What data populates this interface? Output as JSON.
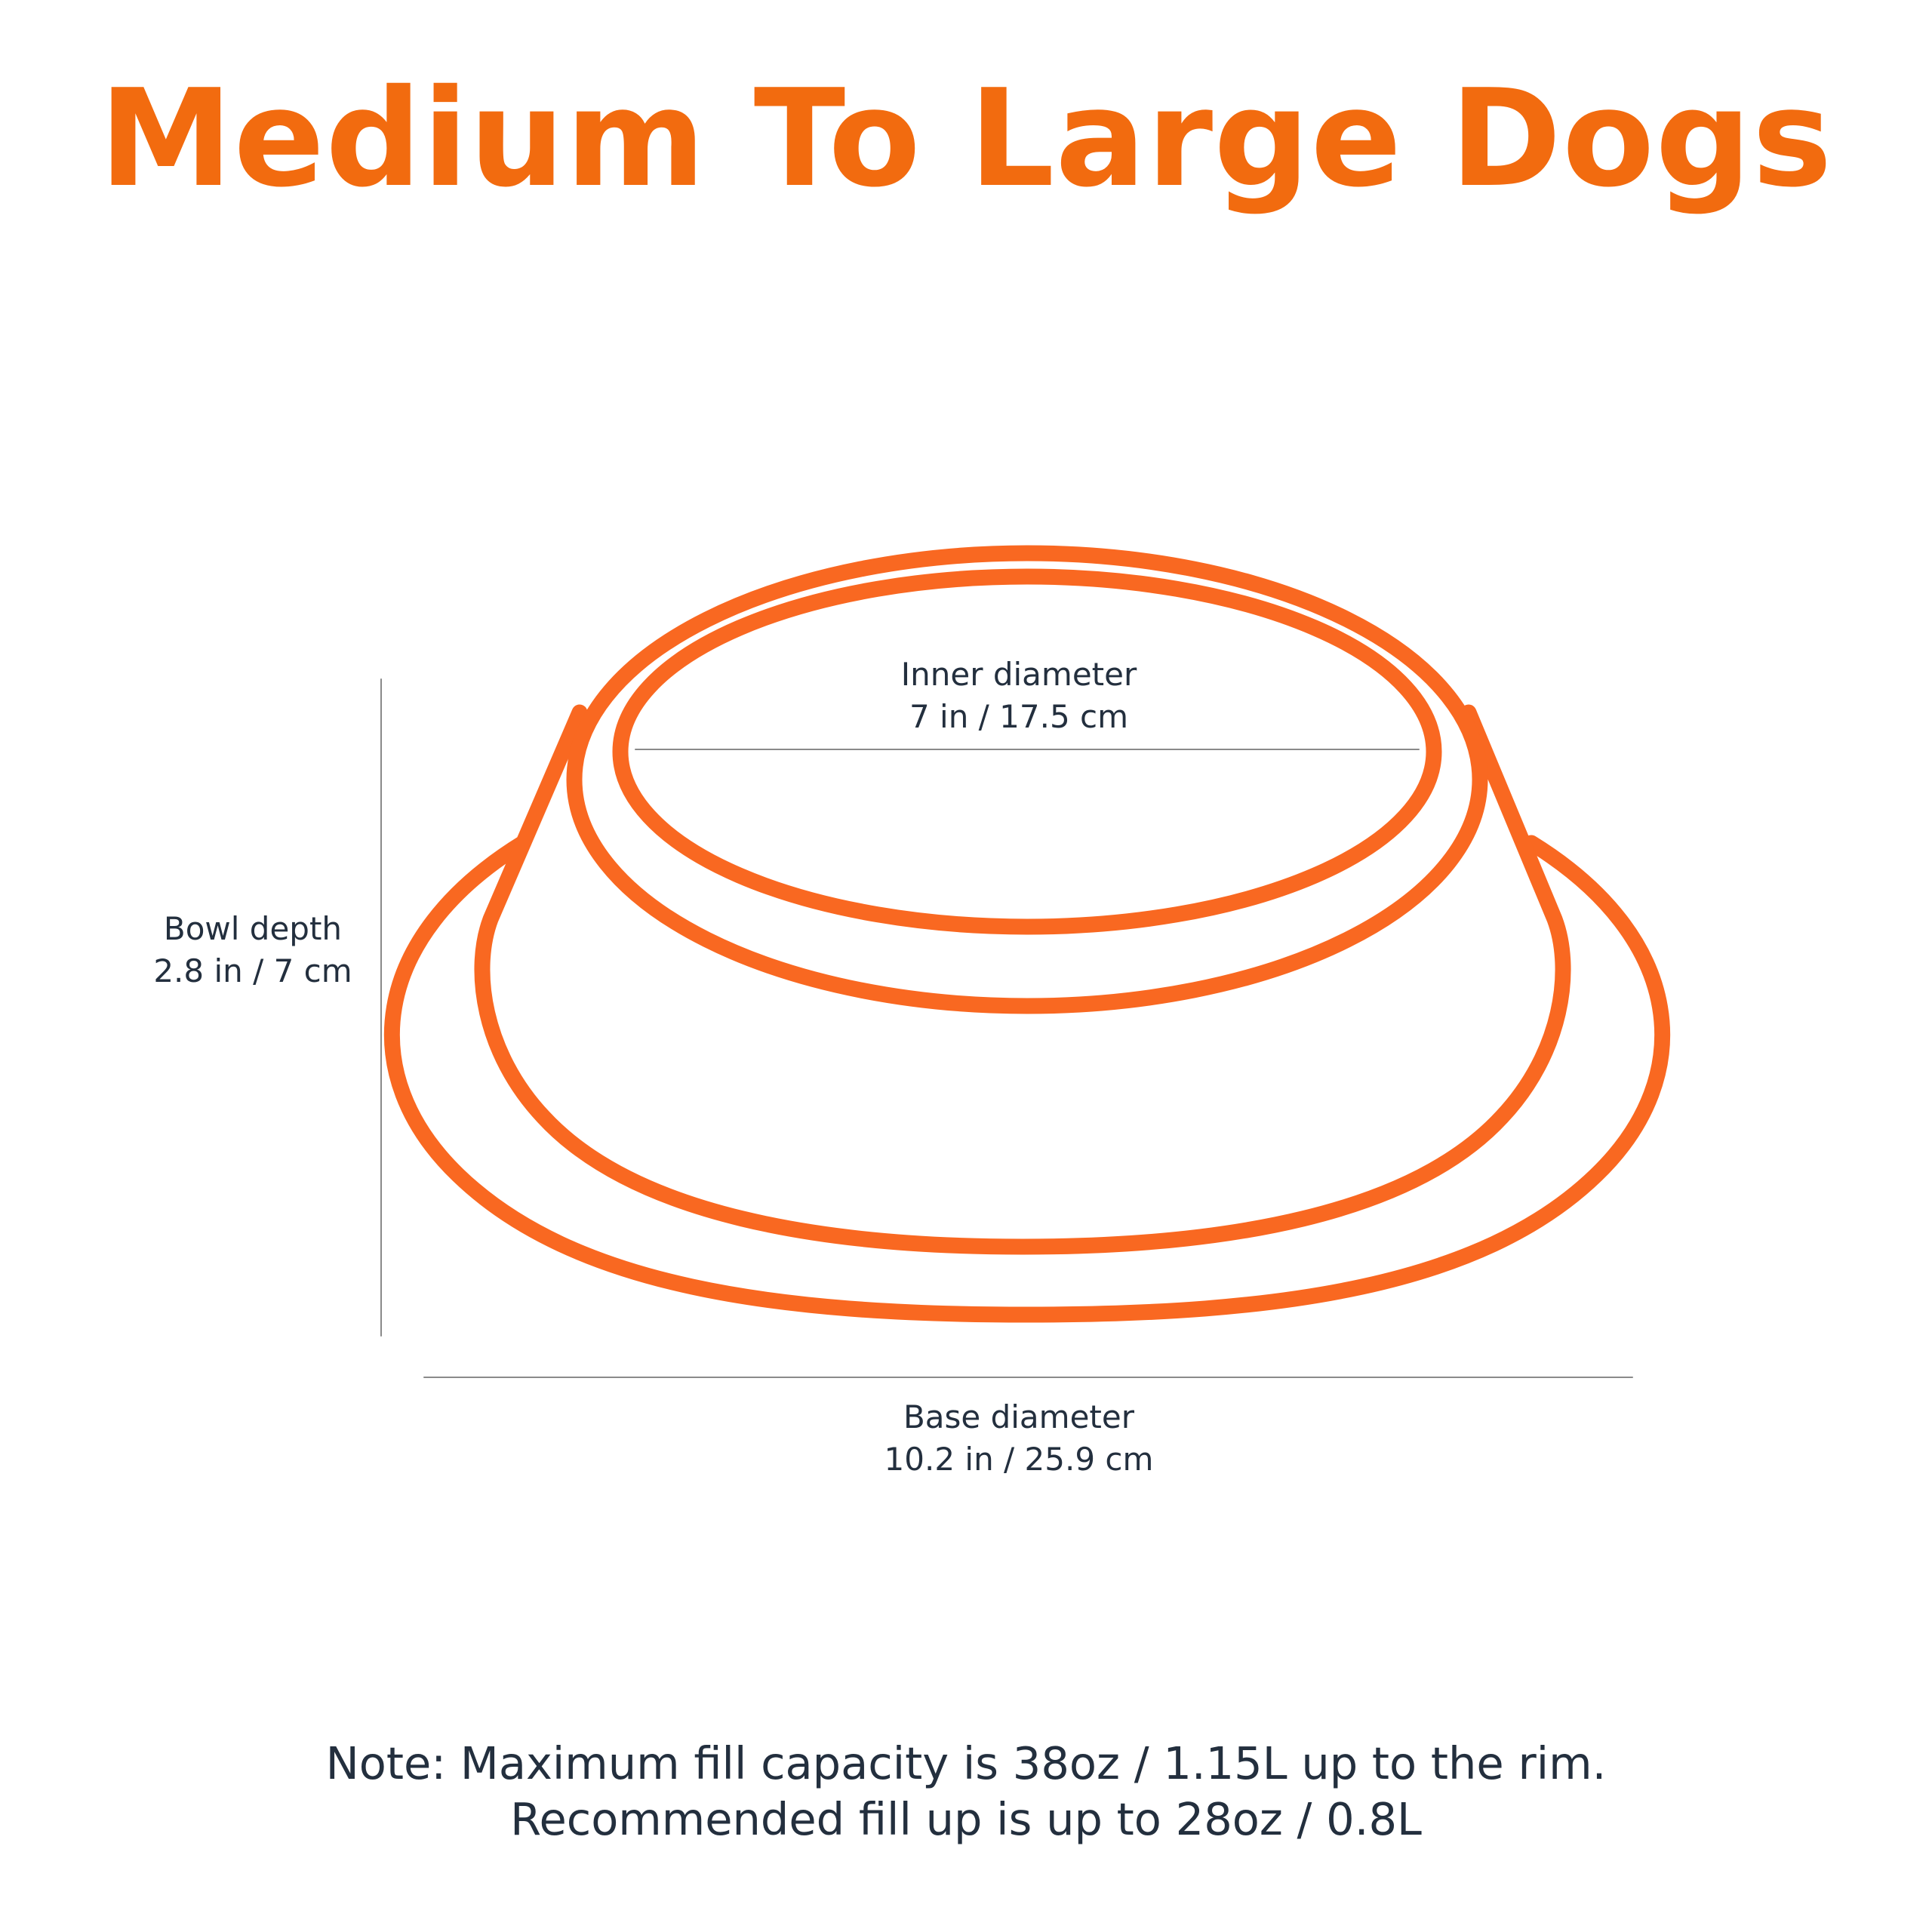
{
  "title": {
    "text": "Medium To Large Dogs",
    "color": "#f26b0f"
  },
  "diagram": {
    "stroke_color": "#f96821",
    "measure_line_color": "#8a8a8a",
    "inner_diameter": {
      "label": "Inner diameter",
      "value": "7 in / 17.5 cm"
    },
    "bowl_depth": {
      "label": "Bowl depth",
      "value": "2.8 in / 7 cm"
    },
    "base_diameter": {
      "label": "Base diameter",
      "value": "10.2 in / 25.9 cm"
    }
  },
  "note": {
    "line1": "Note: Maximum fill capacity is 38oz / 1.15L up to the rim.",
    "line2": "Recommended fill up is up to 28oz / 0.8L"
  }
}
